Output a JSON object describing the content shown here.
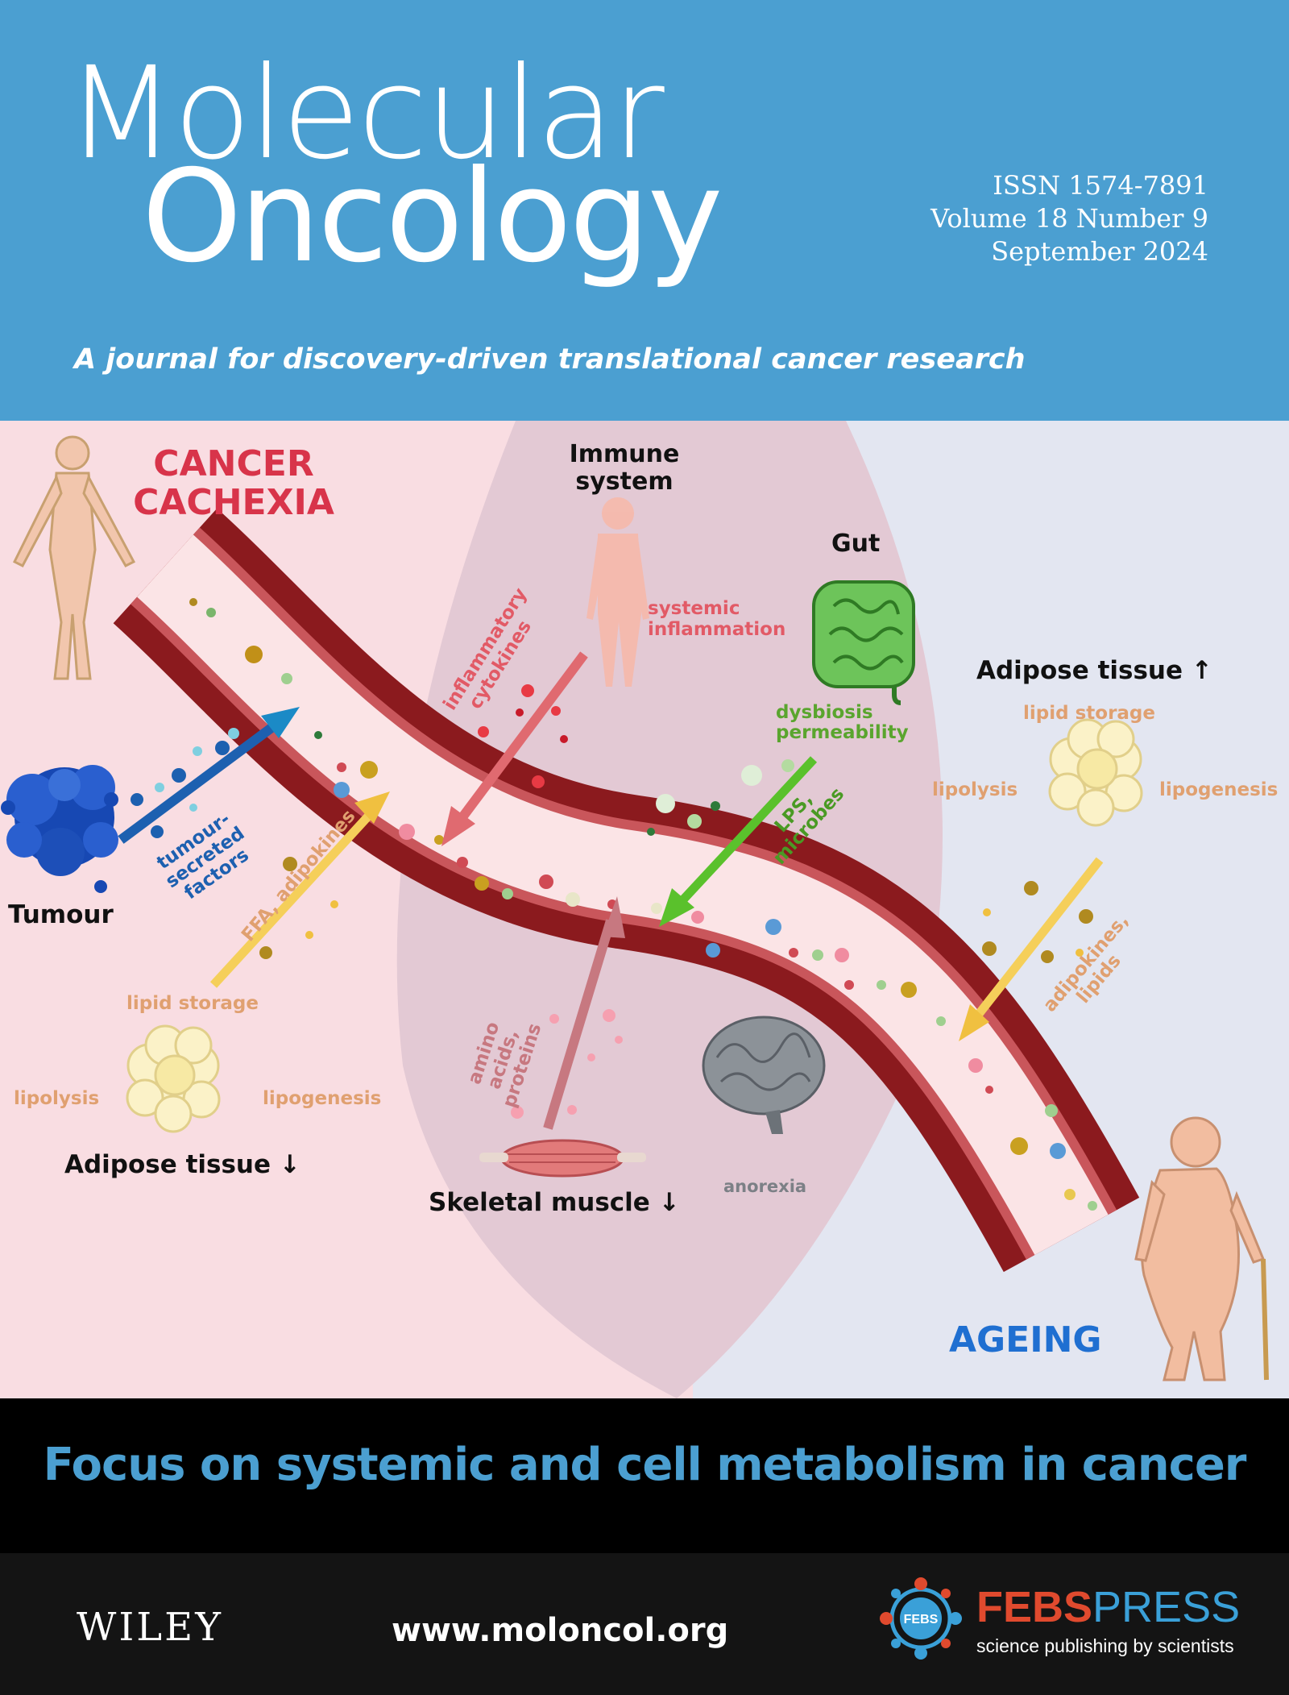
{
  "journal": {
    "title_line1": "Molecular",
    "title_line2": "Oncology",
    "issn": "ISSN 1574-7891",
    "volume": "Volume 18 Number 9",
    "date": "September 2024",
    "tagline": "A journal for discovery-driven translational cancer research"
  },
  "illustration": {
    "cancer_cachexia": "CANCER CACHEXIA",
    "ageing": "AGEING",
    "immune_system": "Immune system",
    "systemic_inflammation": "systemic inflammation",
    "inflammatory_cytokines": "inflammatory cytokines",
    "gut": "Gut",
    "dysbiosis": "dysbiosis permeability",
    "lps_microbes": "LPS, microbes",
    "adipose_up": "Adipose tissue ↑",
    "adipose_down": "Adipose tissue ↓",
    "lipid_storage_right": "lipid storage",
    "lipolysis_right": "lipolysis",
    "lipogenesis_right": "lipogenesis",
    "lipid_storage_left": "lipid storage",
    "lipolysis_left": "lipolysis",
    "lipogenesis_left": "lipogenesis",
    "adipokines_lipids": "adipokines, lipids",
    "ffa_adipokines": "FFA, adipokines",
    "tumour": "Tumour",
    "tumour_factors": "tumour-secreted factors",
    "amino_acids": "amino acids, proteins",
    "skeletal_muscle": "Skeletal muscle ↓",
    "anorexia": "anorexia"
  },
  "banner": {
    "text": "Focus on systemic and cell metabolism in cancer"
  },
  "footer": {
    "publisher": "WILEY",
    "url": "www.moloncol.org",
    "febs_part1": "FEBS",
    "febs_part2": "PRESS",
    "febs_tagline": "science publishing by scientists",
    "febs_badge": "FEBS"
  },
  "colors": {
    "header_blue": "#4b9fd1",
    "cachexia_red": "#d8344a",
    "ageing_blue": "#1f6fd1",
    "vessel_red": "#8b1a1e"
  }
}
